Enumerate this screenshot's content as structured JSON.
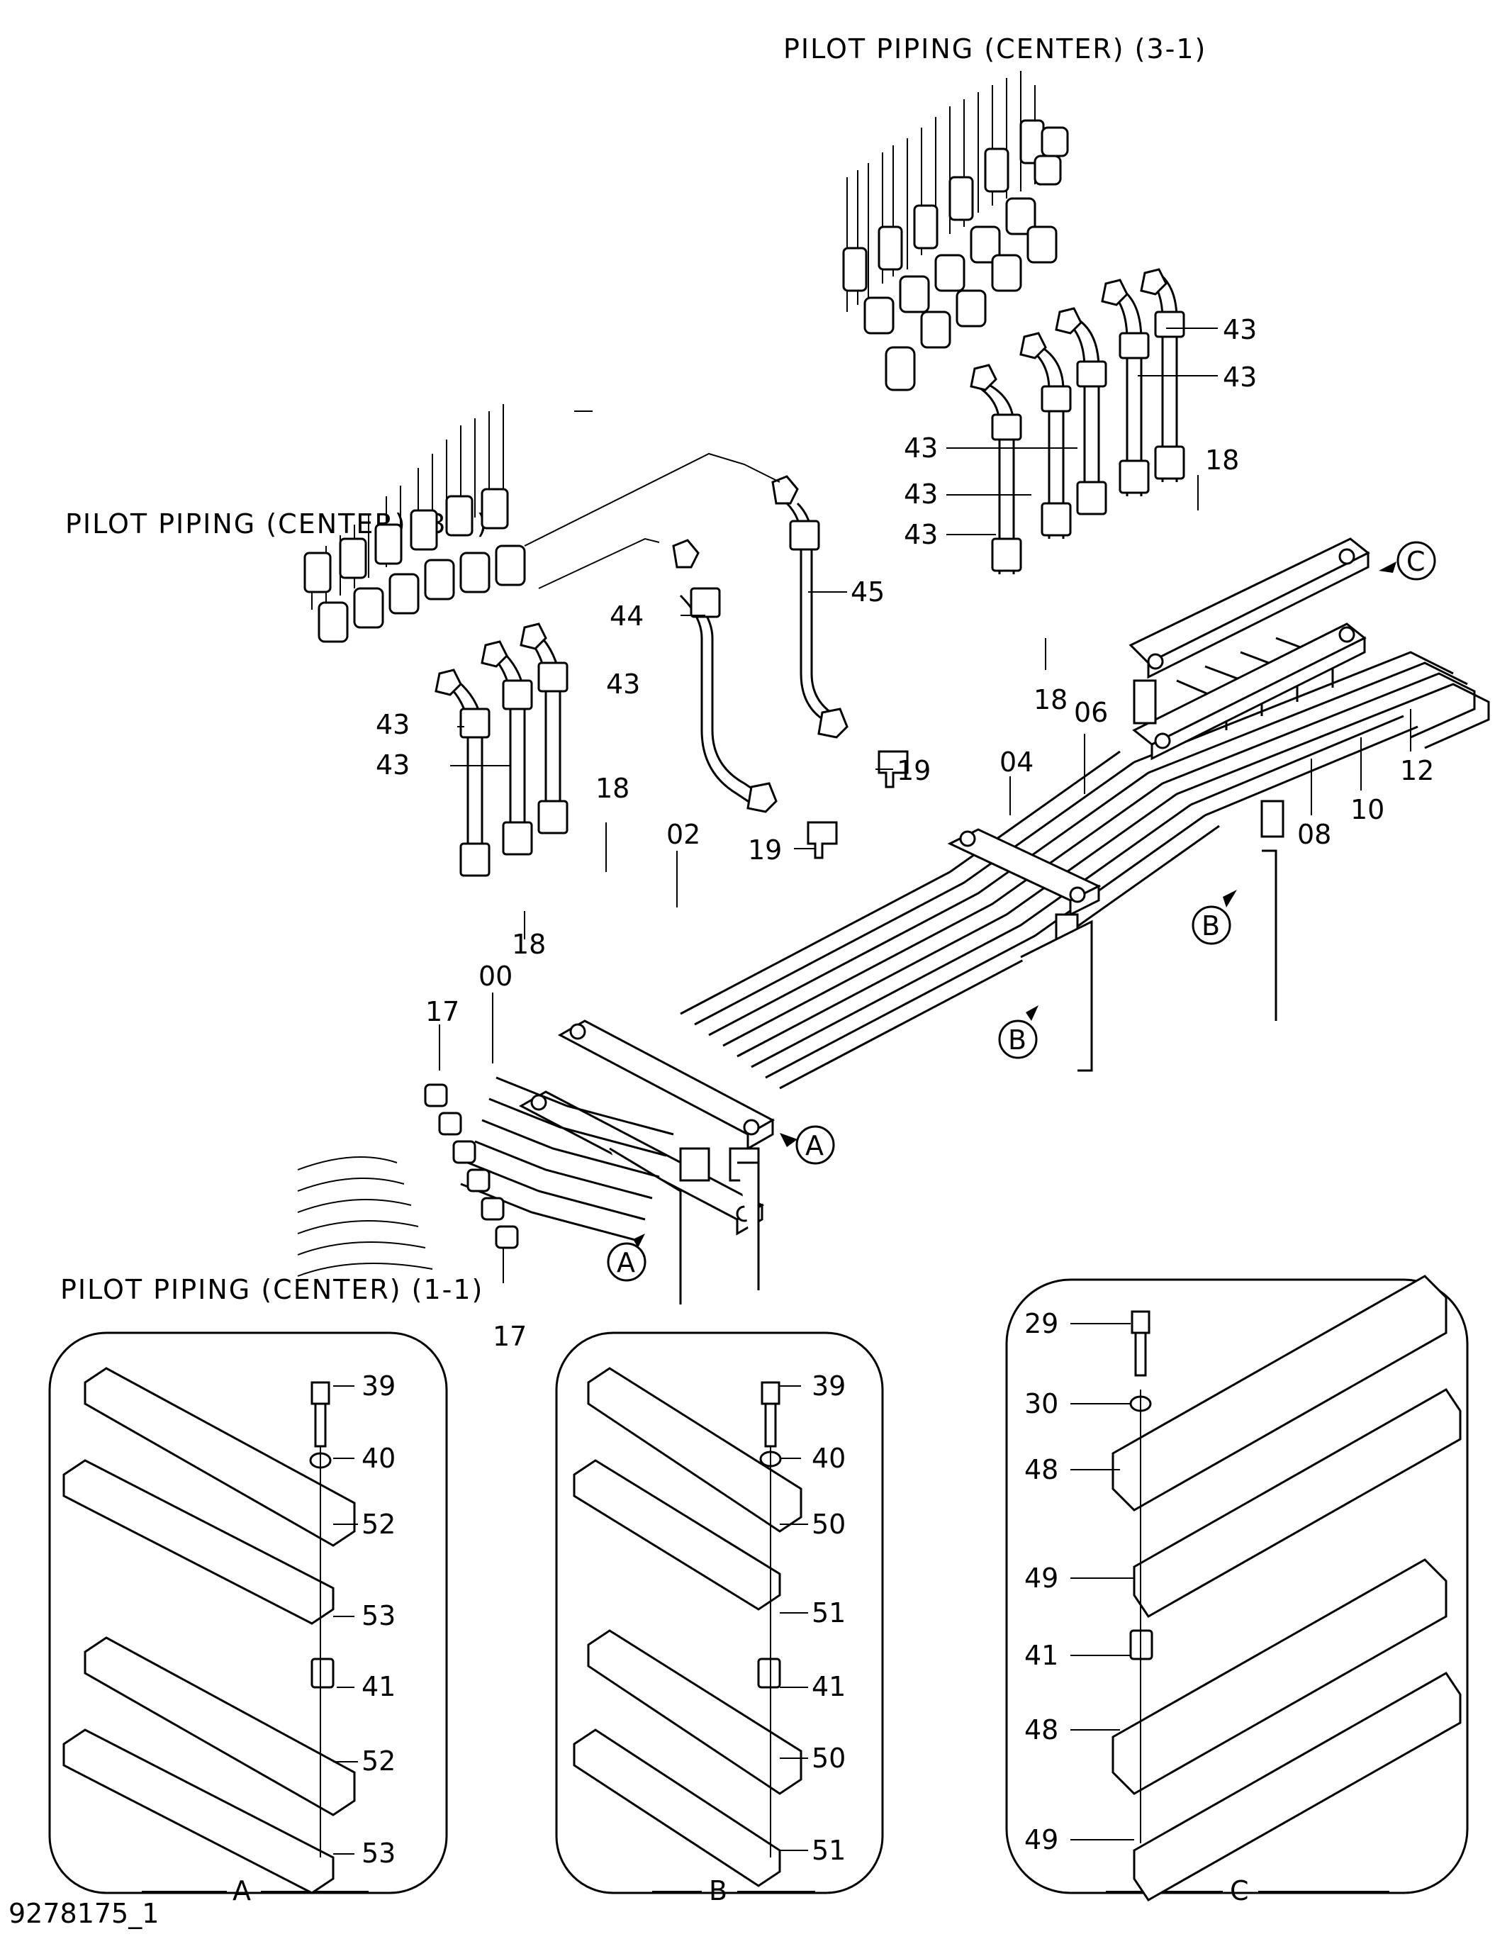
{
  "titles": {
    "center_3_1": "PILOT PIPING (CENTER) (3-1)",
    "center_3_2": "PILOT PIPING (CENTER) (3-2)",
    "center_1_1": "PILOT PIPING (CENTER) (1-1)"
  },
  "drawing_number": "9278175_1",
  "main_labels": {
    "l43": "43",
    "l44": "44",
    "l45": "45",
    "l18": "18",
    "l19": "19",
    "l17": "17",
    "l00": "00",
    "l02": "02",
    "l04": "04",
    "l06": "06",
    "l08": "08",
    "l10": "10",
    "l12": "12"
  },
  "view_refs": {
    "a": "A",
    "b": "B",
    "c": "C"
  },
  "detail_a": {
    "title": "A",
    "labels": [
      "39",
      "40",
      "52",
      "53",
      "41",
      "52",
      "53"
    ]
  },
  "detail_b": {
    "title": "B",
    "labels": [
      "39",
      "40",
      "50",
      "51",
      "41",
      "50",
      "51"
    ]
  },
  "detail_c": {
    "title": "C",
    "labels": [
      "29",
      "30",
      "48",
      "49",
      "41",
      "48",
      "49"
    ]
  }
}
